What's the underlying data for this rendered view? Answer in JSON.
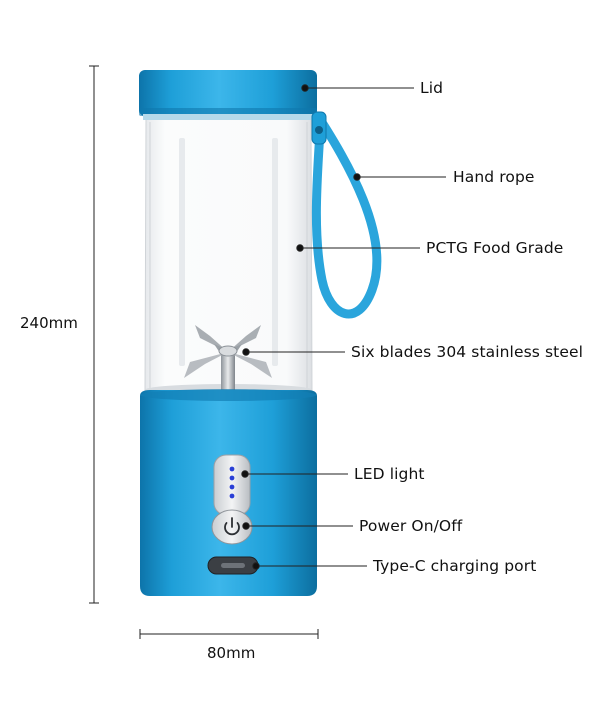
{
  "product": {
    "body_color": "#1e9fd8",
    "body_dark": "#0f78ad",
    "rope_color": "#2aa5dc",
    "led_color": "#2a3fd6"
  },
  "dimensions": {
    "height_label": "240mm",
    "width_label": "80mm"
  },
  "callouts": [
    {
      "id": "lid",
      "label": "Lid"
    },
    {
      "id": "hand-rope",
      "label": "Hand rope"
    },
    {
      "id": "pctg",
      "label": "PCTG Food Grade"
    },
    {
      "id": "blades",
      "label": "Six blades 304 stainless steel"
    },
    {
      "id": "led",
      "label": "LED light"
    },
    {
      "id": "power",
      "label": "Power On/Off"
    },
    {
      "id": "port",
      "label": "Type-C charging port"
    }
  ]
}
